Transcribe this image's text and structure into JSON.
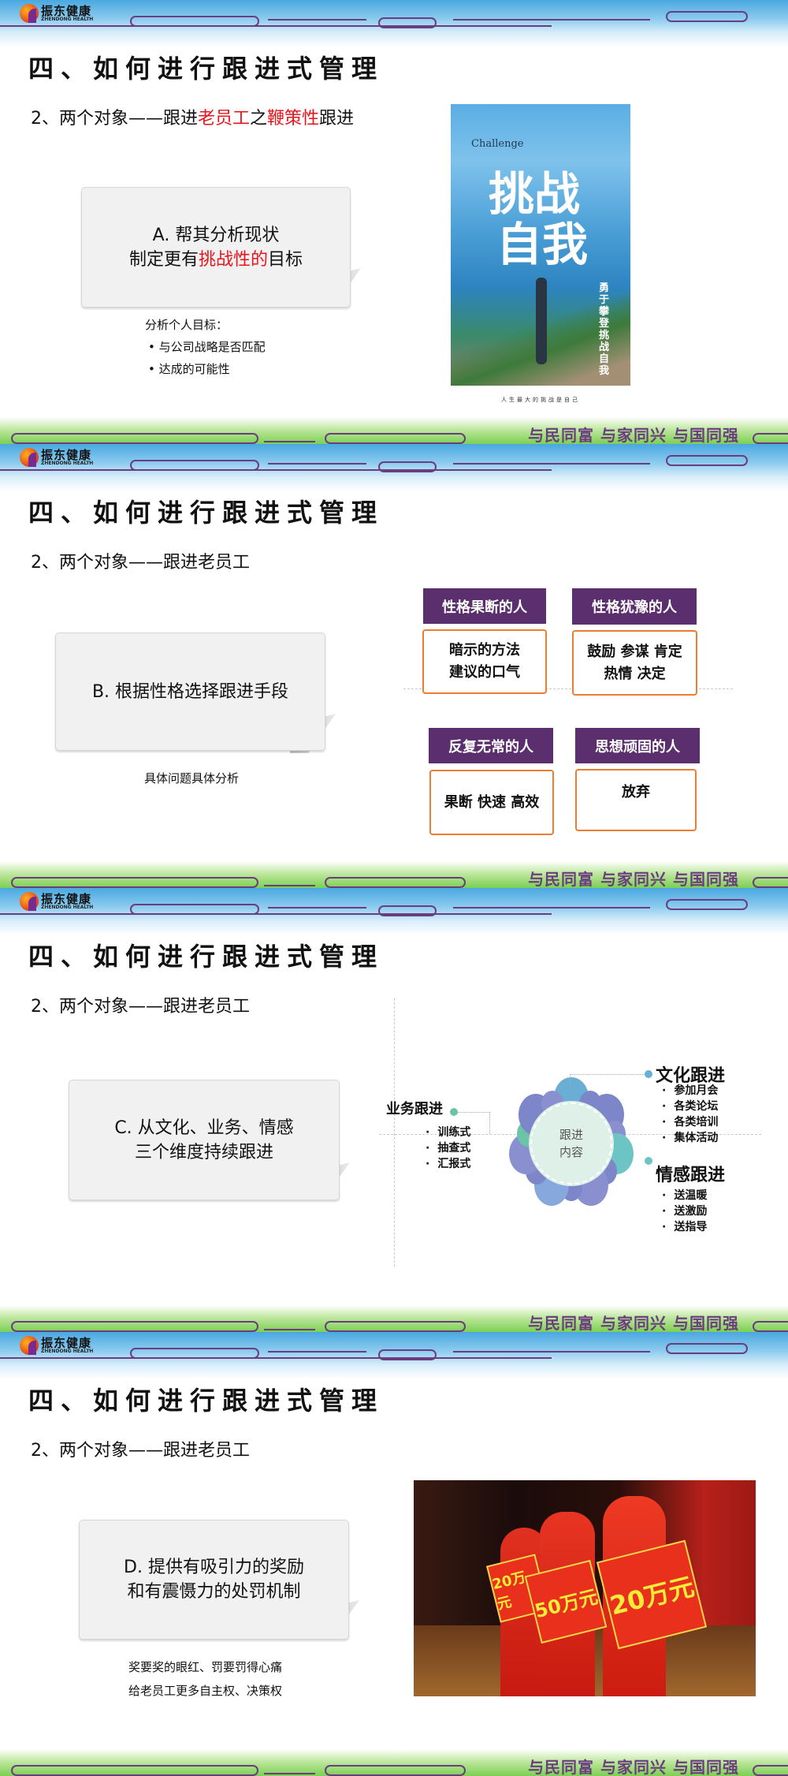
{
  "brand": {
    "name_cn": "振东健康",
    "name_en": "ZHENDONG HEALTH",
    "motto": "与民同富 与家同兴 与国同强"
  },
  "colors": {
    "accent_red": "#e8141b",
    "header_purple": "#5b2f6d",
    "box_orange": "#ed7d31",
    "line_purple": "#6b3d80"
  },
  "slides": [
    {
      "title": "四、如何进行跟进式管理",
      "subtitle": {
        "prefix": "2、两个对象——跟进",
        "red1": "老员工",
        "mid": "之",
        "red2": "鞭策性",
        "suffix": "跟进"
      },
      "card": {
        "line1": "A. 帮其分析现状",
        "line2_prefix": "制定更有",
        "line2_red": "挑战性的",
        "line2_suffix": "目标"
      },
      "notes": [
        "分析个人目标：",
        "• 与公司战略是否匹配",
        "• 达成的可能性"
      ],
      "poster": {
        "label": "Challenge",
        "headline1": "挑战",
        "headline2": "自我",
        "side": "勇于攀登 挑战自我",
        "caption": "人生最大的挑战是自己"
      }
    },
    {
      "title": "四、如何进行跟进式管理",
      "subtitle": "2、两个对象——跟进老员工",
      "card": {
        "line1": "B. 根据性格选择跟进手段"
      },
      "notes": [
        "具体问题具体分析"
      ],
      "types": [
        {
          "header": "性格果断的人",
          "lines": [
            "暗示的方法",
            "建议的口气"
          ]
        },
        {
          "header": "性格犹豫的人",
          "lines": [
            "鼓励 参谋 肯定",
            "热情 决定"
          ]
        },
        {
          "header": "反复无常的人",
          "lines": [
            "果断 快速 高效"
          ]
        },
        {
          "header": "思想顽固的人",
          "lines": [
            "放弃"
          ]
        }
      ]
    },
    {
      "title": "四、如何进行跟进式管理",
      "subtitle": "2、两个对象——跟进老员工",
      "card": {
        "line1": "C. 从文化、业务、情感",
        "line2": "三个维度持续跟进"
      },
      "center": {
        "line1": "跟进",
        "line2": "内容"
      },
      "business": {
        "label": "业务跟进",
        "items": [
          "训练式",
          "抽查式",
          "汇报式"
        ]
      },
      "culture": {
        "label": "文化跟进",
        "items": [
          "参加月会",
          "各类论坛",
          "各类培训",
          "集体活动"
        ]
      },
      "emotion": {
        "label": "情感跟进",
        "items": [
          "送温暖",
          "送激励",
          "送指导"
        ]
      }
    },
    {
      "title": "四、如何进行跟进式管理",
      "subtitle": "2、两个对象——跟进老员工",
      "card": {
        "line1": "D. 提供有吸引力的奖励",
        "line2": "和有震慑力的处罚机制"
      },
      "notes": [
        "奖要奖的眼红、罚要罚得心痛",
        "给老员工更多自主权、决策权"
      ],
      "photo": {
        "signs": [
          "20万元",
          "50万元",
          "20万元"
        ]
      }
    }
  ]
}
